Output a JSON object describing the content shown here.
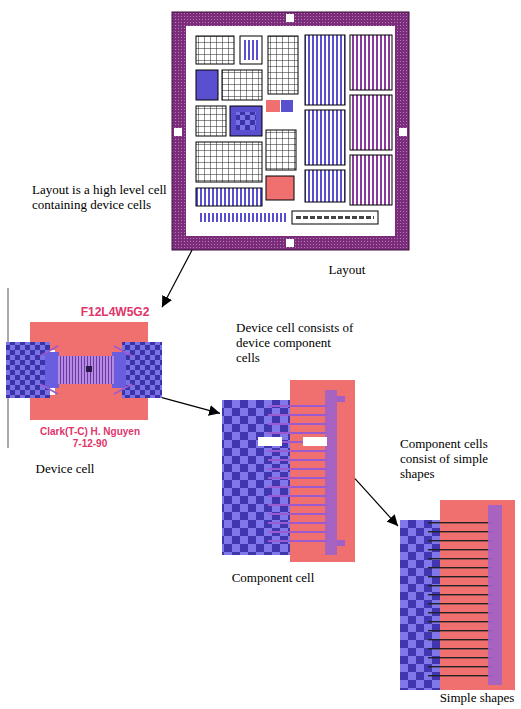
{
  "diagram": {
    "nodes": [
      {
        "text": [
          "Layout"
        ]
      },
      {
        "text": [
          "F12L4W5G2",
          "Clark(T-C) H. Nguyen",
          "7-12-90",
          "Device cell"
        ]
      },
      {
        "text": [
          "Component cell"
        ]
      },
      {
        "text": [
          "Simple shapes"
        ]
      }
    ],
    "edges": [
      {
        "from": 0,
        "to": 1,
        "arrow": "to"
      },
      {
        "from": 1,
        "to": 2,
        "arrow": "to"
      },
      {
        "from": 2,
        "to": 3,
        "arrow": "to"
      }
    ],
    "labels": [
      "Layout is a high level cell containing device cells",
      "Device cell consists of device component cells",
      "Component cells consist of simple shapes"
    ]
  }
}
